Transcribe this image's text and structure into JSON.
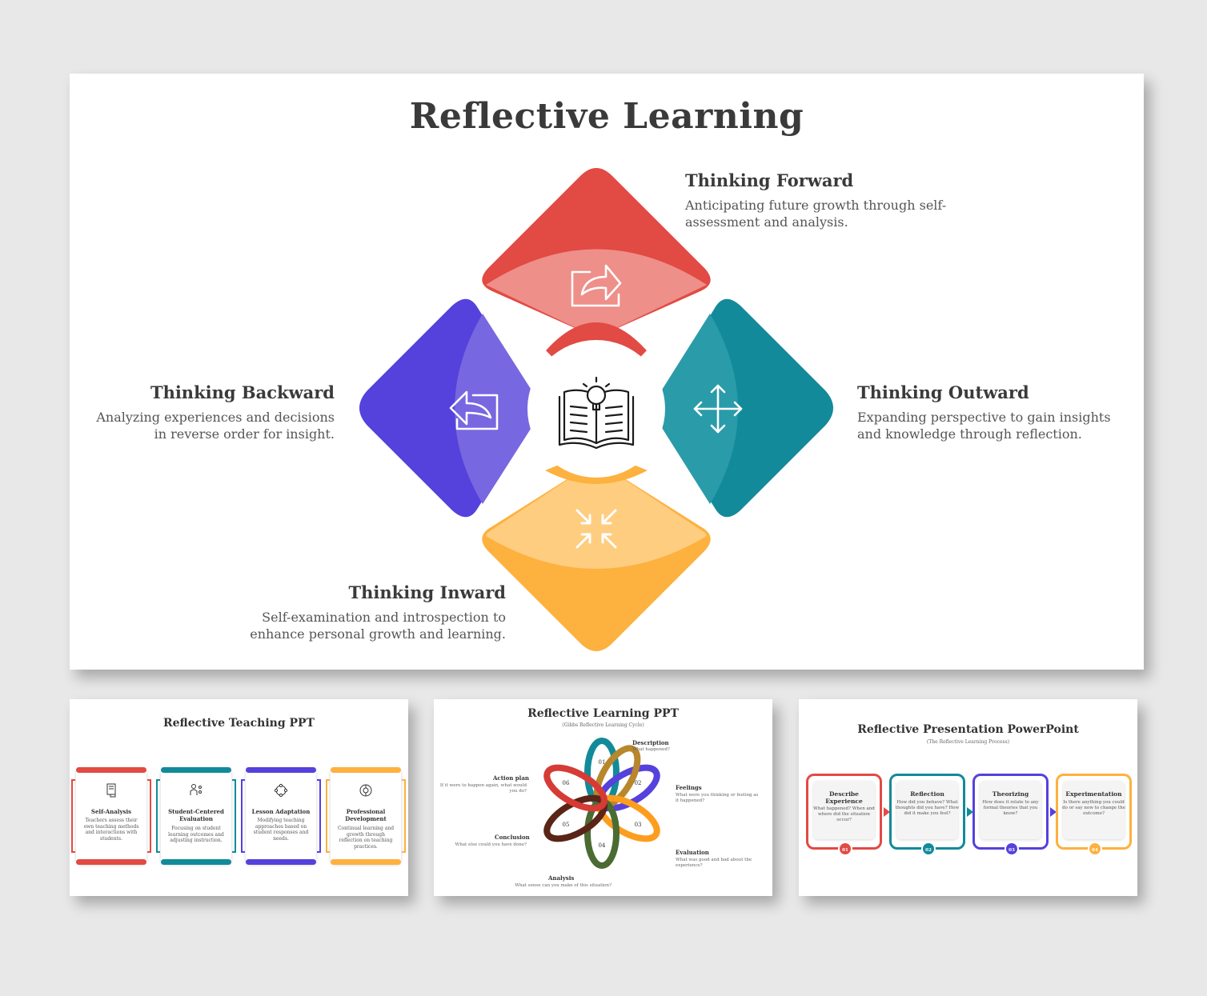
{
  "main_slide": {
    "title": "Reflective Learning",
    "quadrants": [
      {
        "key": "forward",
        "title": "Thinking Forward",
        "description": "Anticipating future growth through self-assessment and analysis.",
        "color": "#e24a44",
        "icon": "share-forward-icon"
      },
      {
        "key": "outward",
        "title": "Thinking Outward",
        "description": "Expanding perspective to gain insights and knowledge through reflection.",
        "color": "#138a9a",
        "icon": "move-arrows-icon"
      },
      {
        "key": "inward",
        "title": "Thinking Inward",
        "description": "Self-examination and introspection to enhance personal growth and learning.",
        "color": "#fdb13f",
        "icon": "collapse-arrows-icon"
      },
      {
        "key": "backward",
        "title": "Thinking Backward",
        "description": "Analyzing experiences and decisions in reverse order for insight.",
        "color": "#5541dc",
        "icon": "reply-back-icon"
      }
    ],
    "center_icon": "book-lightbulb-icon"
  },
  "thumb1": {
    "title": "Reflective Teaching PPT",
    "cards": [
      {
        "title": "Self-Analysis",
        "description": "Teachers assess their own teaching methods and interactions with students.",
        "color": "#e24a44",
        "icon": "document-hand-icon"
      },
      {
        "title": "Student-Centered Evaluation",
        "description": "Focusing on student learning outcomes and adjusting instruction.",
        "color": "#138a9a",
        "icon": "teacher-students-icon"
      },
      {
        "title": "Lesson Adaptation",
        "description": "Modifying teaching approaches based on student responses and needs.",
        "color": "#5541dc",
        "icon": "cycle-nodes-icon"
      },
      {
        "title": "Professional Development",
        "description": "Continual learning and growth through reflection on teaching practices.",
        "color": "#fdb13f",
        "icon": "brain-gear-icon"
      }
    ]
  },
  "thumb2": {
    "title": "Reflective Learning PPT",
    "subtitle": "(Gibbs Reflective Learning Cycle)",
    "steps": [
      {
        "num": "01",
        "title": "Description",
        "question": "What happened?",
        "color": "#138a9a"
      },
      {
        "num": "02",
        "title": "Feelings",
        "question": "What were you thinking or feeling as it happened?",
        "color": "#5541dc"
      },
      {
        "num": "03",
        "title": "Evaluation",
        "question": "What was good and bad about the experience?",
        "color": "#fd9d1e"
      },
      {
        "num": "04",
        "title": "Analysis",
        "question": "What sense can you make of this situation?",
        "color": "#4a6b32"
      },
      {
        "num": "05",
        "title": "Conclusion",
        "question": "What else could you have done?",
        "color": "#5a2416"
      },
      {
        "num": "06",
        "title": "Action plan",
        "question": "If it were to happen again, what would you do?",
        "color": "#d63b36"
      }
    ],
    "extra_petal_colors": [
      "#b8862b"
    ]
  },
  "thumb3": {
    "title": "Reflective Presentation PowerPoint",
    "subtitle": "(The Reflective Learning Process)",
    "steps": [
      {
        "num": "01",
        "title": "Describe Experience",
        "description": "What happened? When and where did the situation occur?",
        "color": "#e24a44"
      },
      {
        "num": "02",
        "title": "Reflection",
        "description": "How did you behave? What thoughts did you have? How did it make you feel?",
        "color": "#138a9a"
      },
      {
        "num": "03",
        "title": "Theorizing",
        "description": "How does it relate to any formal theories that you know?",
        "color": "#5541dc"
      },
      {
        "num": "04",
        "title": "Experimentation",
        "description": "Is there anything you could do or say now to change the outcome?",
        "color": "#fdb13f"
      }
    ]
  }
}
